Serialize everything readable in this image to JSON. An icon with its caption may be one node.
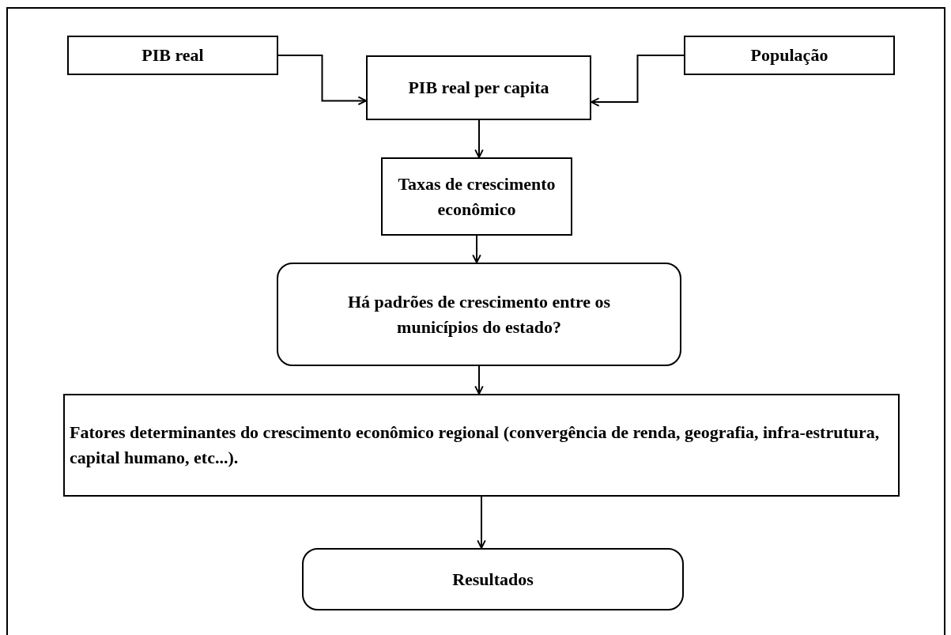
{
  "diagram": {
    "nodes": [
      {
        "text": [
          "PIB real"
        ]
      },
      {
        "text": [
          "PIB real per capita"
        ]
      },
      {
        "text": [
          "População"
        ]
      },
      {
        "text": [
          "Taxas de crescimento econômico"
        ]
      },
      {
        "text": [
          "Há padrões de crescimento entre os municípios do estado?"
        ]
      },
      {
        "text": [
          "Fatores determinantes do crescimento econômico regional (convergência de renda, geografia, infra-estrutura, capital humano, etc...)."
        ]
      },
      {
        "text": [
          "Resultados"
        ]
      }
    ],
    "edges": [
      {
        "from": 0,
        "to": 1,
        "arrow": "to"
      },
      {
        "from": 2,
        "to": 1,
        "arrow": "to"
      },
      {
        "from": 1,
        "to": 3,
        "arrow": "to"
      },
      {
        "from": 3,
        "to": 4,
        "arrow": "to"
      },
      {
        "from": 4,
        "to": 5,
        "arrow": "to"
      },
      {
        "from": 5,
        "to": 6,
        "arrow": "to"
      }
    ]
  }
}
